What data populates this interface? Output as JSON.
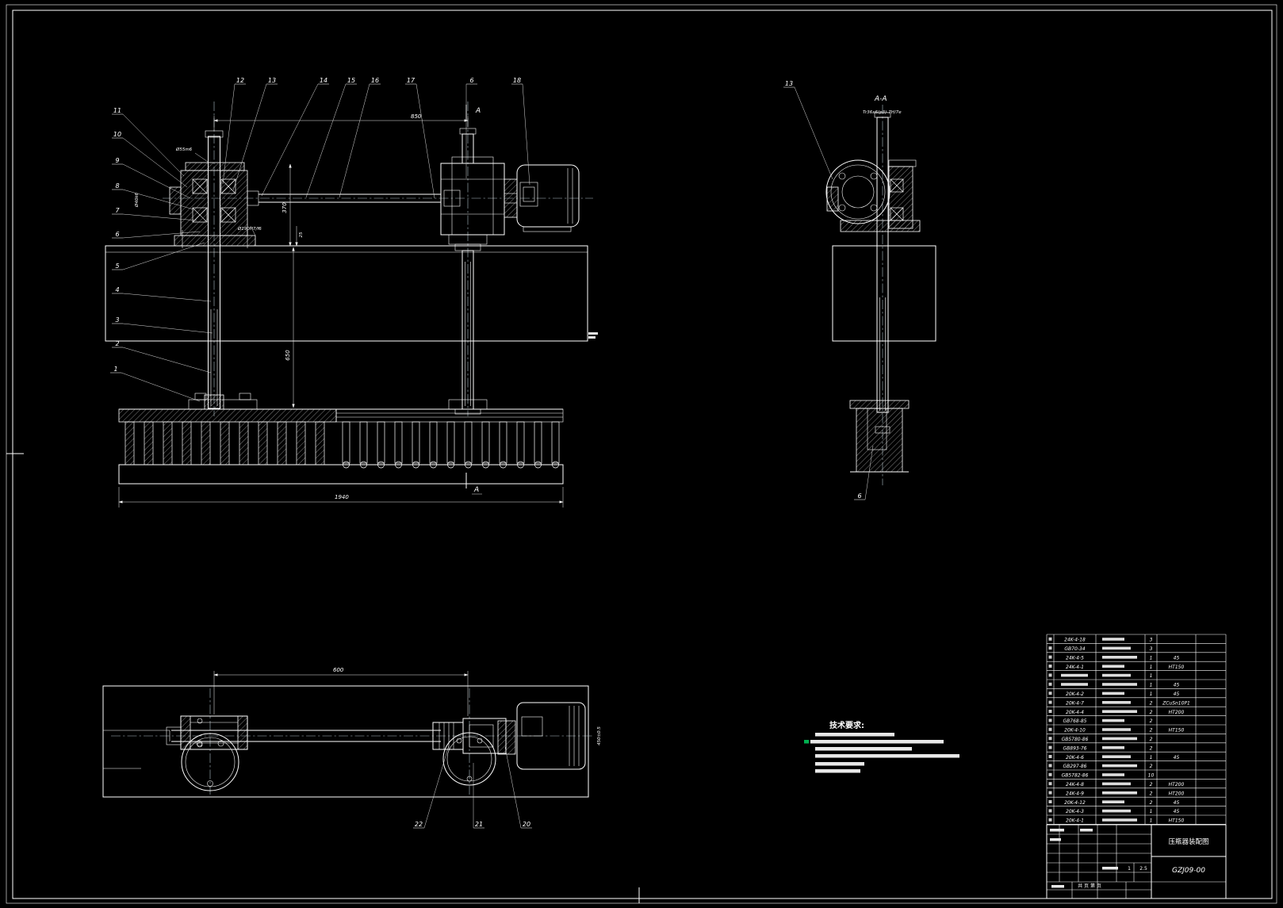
{
  "colors": {
    "line": "#ffffff",
    "background": "#000000",
    "marker_green": "#00b050"
  },
  "dims": {
    "front_span": "850",
    "front_370": "370",
    "front_25": "25",
    "front_650": "650",
    "front_total": "1940",
    "front_shaft_dia": "Ø55m6",
    "front_bore": "Ø190H7/f6",
    "front_left_vert": "Ø40k6",
    "section_letter": "A",
    "plan_span": "600",
    "plan_right": "450±0.5"
  },
  "section": {
    "title": "A-A",
    "thread_spec": "Tr36x6(p3)-7H/7e"
  },
  "callouts": {
    "front_left": [
      "11",
      "10",
      "9",
      "8",
      "7",
      "6",
      "5",
      "4",
      "3",
      "2",
      "1"
    ],
    "front_top": [
      "12",
      "13",
      "14",
      "15",
      "16",
      "17",
      "6",
      "18"
    ],
    "section": [
      "13",
      "6"
    ],
    "plan": [
      "22",
      "21",
      "20"
    ]
  },
  "tech_requirements": {
    "title": "技术要求:"
  },
  "parts_table": {
    "rows": [
      {
        "code": "24K-4-18",
        "qty": "3",
        "material": ""
      },
      {
        "code": "GB70-34",
        "qty": "3",
        "material": ""
      },
      {
        "code": "24K-4-5",
        "qty": "1",
        "material": "45"
      },
      {
        "code": "24K-4-1",
        "qty": "1",
        "material": "HT150"
      },
      {
        "code": "",
        "qty": "1",
        "material": ""
      },
      {
        "code": "",
        "qty": "1",
        "material": "45"
      },
      {
        "code": "20K-4-2",
        "qty": "1",
        "material": "45"
      },
      {
        "code": "20K-4-7",
        "qty": "2",
        "material": "ZCuSn10P1"
      },
      {
        "code": "20K-4-4",
        "qty": "2",
        "material": "HT200"
      },
      {
        "code": "GB768-85",
        "qty": "2",
        "material": ""
      },
      {
        "code": "20K-4-10",
        "qty": "2",
        "material": "HT150"
      },
      {
        "code": "GB5780-86",
        "qty": "2",
        "material": ""
      },
      {
        "code": "GB893-76",
        "qty": "2",
        "material": ""
      },
      {
        "code": "20K-4-6",
        "qty": "1",
        "material": "45"
      },
      {
        "code": "GB297-86",
        "qty": "2",
        "material": ""
      },
      {
        "code": "GB5782-86",
        "qty": "10",
        "material": ""
      },
      {
        "code": "24K-4-8",
        "qty": "2",
        "material": "HT200"
      },
      {
        "code": "24K-4-9",
        "qty": "2",
        "material": "HT200"
      },
      {
        "code": "20K-4-12",
        "qty": "2",
        "material": "45"
      },
      {
        "code": "20K-4-3",
        "qty": "1",
        "material": "45"
      },
      {
        "code": "20K-4-1",
        "qty": "1",
        "material": "HT150"
      }
    ]
  },
  "title_block": {
    "title": "压瓶器装配图",
    "drawing_no": "GZJ09-00",
    "sheet_info": "共 页 第 页",
    "qty": "1",
    "scale": "2.5"
  }
}
